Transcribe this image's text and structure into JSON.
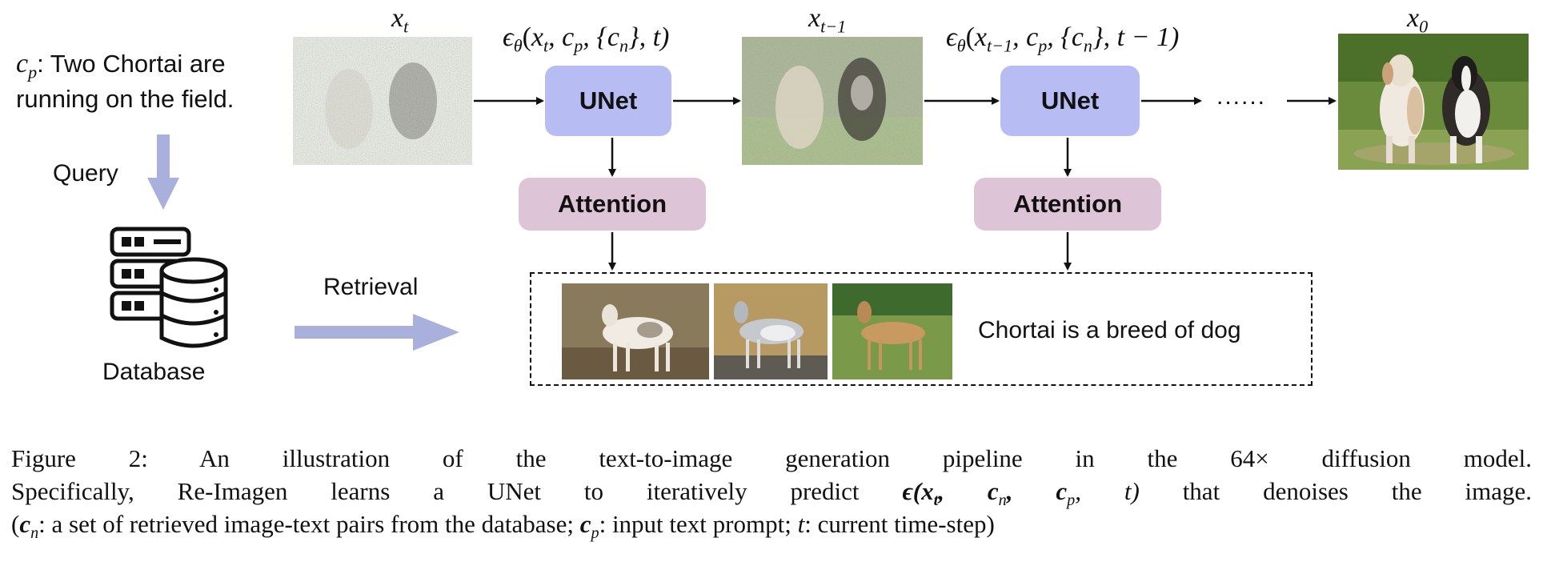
{
  "prompt": {
    "var": "c",
    "sub": "p",
    "text_line1": ": Two Chortai are",
    "text_line2": "running on the field."
  },
  "query_label": "Query",
  "database_label": "Database",
  "retrieval_label": "Retrieval",
  "x_labels": {
    "xt_base": "x",
    "xt_sub": "t",
    "xt1_base": "x",
    "xt1_sub": "t−1",
    "x0_base": "x",
    "x0_sub": "0"
  },
  "eps_labels": {
    "first": {
      "pre": "ϵ",
      "sub": "θ",
      "open": "(",
      "x": "x",
      "xsub": "t",
      "c": ", c",
      "csub": "p",
      "set": ", {c",
      "setsub": "n",
      "close": "}, t)"
    },
    "second": {
      "pre": "ϵ",
      "sub": "θ",
      "open": "(",
      "x": "x",
      "xsub": "t−1",
      "c": ", c",
      "csub": "p",
      "set": ", {c",
      "setsub": "n",
      "close": "}, t − 1)"
    }
  },
  "unet_label": "UNet",
  "attention_label": "Attention",
  "ellipsis": "......",
  "retrieved_text": "Chortai is a breed of dog",
  "caption": {
    "line1": "Figure 2:    An illustration of the text-to-image generation pipeline in the 64× diffusion model.",
    "line2_a": "Specifically, Re-Imagen learns a UNet to iteratively predict ",
    "line2_formula": "ϵ(x",
    "line2_formula_sub": "t",
    "line2_formula_rest": ", c",
    "line2_cn_sub": "n",
    "line2_cp": ", c",
    "line2_cp_sub": "p",
    "line2_t": ", t)",
    "line2_b": " that denoises the image.",
    "line3_open": "(",
    "line3_cn": "c",
    "line3_cn_sub": "n",
    "line3_a": ": a set of retrieved image-text pairs from the database; ",
    "line3_cp": "c",
    "line3_cp_sub": "p",
    "line3_b": ": input text prompt; ",
    "line3_t": "t",
    "line3_c": ": current time-step)"
  },
  "colors": {
    "unet_fill": "#b7bdf3",
    "attention_fill": "#dec4d7",
    "query_arrow": "#a9b0dc",
    "retrieval_arrow": "#a9b0dc"
  }
}
